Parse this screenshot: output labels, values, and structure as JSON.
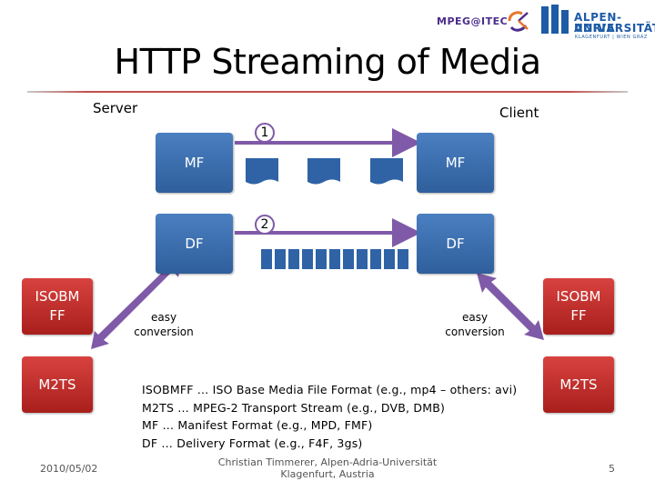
{
  "title": "HTTP Streaming of Media",
  "logos": {
    "mpeg_text": "MPEG@ITEC",
    "aau_line1": "ALPEN-ADRIA",
    "aau_line2": "UNIVERSITÄT",
    "aau_line3": "KLAGENFURT | WIEN GRAZ"
  },
  "labels": {
    "server": "Server",
    "client": "Client",
    "step1": "1",
    "step2": "2",
    "mf_server": "MF",
    "mf_client": "MF",
    "df_server": "DF",
    "df_client": "DF",
    "isobm_left": "ISOBM FF",
    "isobm_right": "ISOBM FF",
    "m2ts_left": "M2TS",
    "m2ts_right": "M2TS",
    "easy_left": "easy conversion",
    "easy_right": "easy conversion"
  },
  "legend": [
    "ISOBMFF … ISO Base Media File Format (e.g., mp4 – others: avi)",
    "M2TS … MPEG-2 Transport Stream (e.g., DVB, DMB)",
    "MF … Manifest Format (e.g., MPD, FMF)",
    "DF … Delivery Format (e.g., F4F, 3gs)"
  ],
  "footer": {
    "date": "2010/05/02",
    "author_line1": "Christian Timmerer, Alpen-Adria-Universität",
    "author_line2": "Klagenfurt, Austria",
    "page": "5"
  },
  "colors": {
    "blue_box": "#3a6fb0",
    "red_box": "#c0302d",
    "purple_arrow": "#7f5aa8",
    "rule": "#c0504d"
  }
}
